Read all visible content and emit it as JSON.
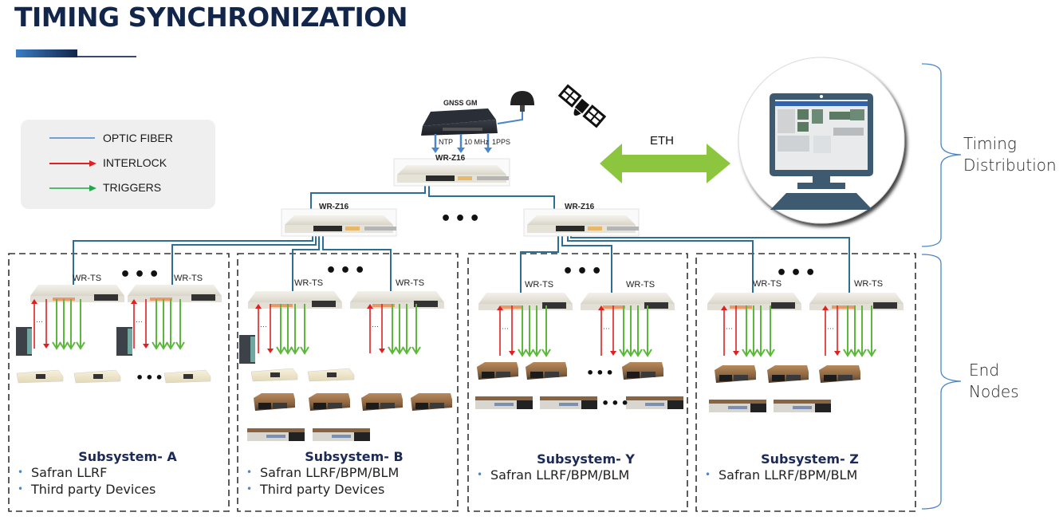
{
  "title": "TIMING SYNCHRONIZATION",
  "legend": {
    "items": [
      {
        "label": "OPTIC FIBER",
        "type": "line",
        "color": "#4a86c8"
      },
      {
        "label": "INTERLOCK",
        "type": "arrow",
        "color": "#e02020"
      },
      {
        "label": "TRIGGERS",
        "type": "arrow",
        "color": "#1fa84a"
      }
    ]
  },
  "top": {
    "gnss_label": "GNSS GM",
    "signals": [
      "NTP",
      "10 MHz",
      "1PPS"
    ],
    "master_switch_label": "WR-Z16",
    "eth_label": "ETH",
    "satellite_icon": "satellite-icon",
    "antenna_icon": "gnss-antenna-icon",
    "workstation_icon": "computer-monitor-icon"
  },
  "distribution_switches": [
    {
      "label": "WR-Z16"
    },
    {
      "label": "WR-Z16"
    }
  ],
  "ellipsis": "•••",
  "side_labels": {
    "timing_distribution": [
      "Timing",
      "Distribution"
    ],
    "end_nodes": [
      "End",
      "Nodes"
    ]
  },
  "subsystems": [
    {
      "title": "Subsystem- A",
      "items": [
        "Safran LLRF",
        "Third party Devices"
      ],
      "timing_switches": [
        "WR-TS",
        "WR-TS"
      ]
    },
    {
      "title": "Subsystem- B",
      "items": [
        "Safran LLRF/BPM/BLM",
        "Third party Devices"
      ],
      "timing_switches": [
        "WR-TS",
        "WR-TS"
      ]
    },
    {
      "title": "Subsystem- Y",
      "items": [
        "Safran LLRF/BPM/BLM"
      ],
      "timing_switches": [
        "WR-TS",
        "WR-TS"
      ]
    },
    {
      "title": "Subsystem- Z",
      "items": [
        "Safran LLRF/BPM/BLM"
      ],
      "timing_switches": [
        "WR-TS",
        "WR-TS"
      ]
    }
  ],
  "colors": {
    "title": "#12254a",
    "fiber": "#2d6e96",
    "interlock": "#e02020",
    "trigger": "#5cb83a",
    "eth_arrow": "#8cc63f",
    "monitor": "#3d5a70",
    "brace": "#4a86c8"
  }
}
